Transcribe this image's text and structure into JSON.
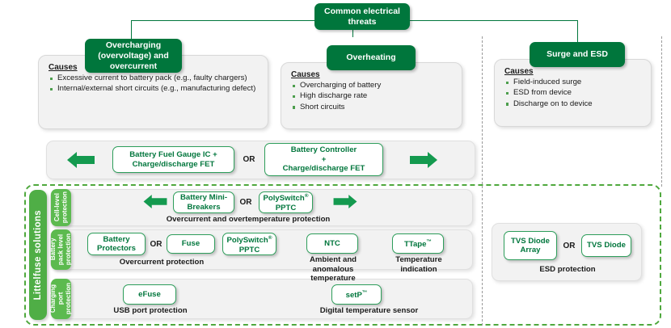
{
  "title": "Common electrical threats — Littelfuse battery protection solutions",
  "colors": {
    "dark_green": "#00763C",
    "mid_green": "#2E9E5B",
    "light_green": "#4FAE46",
    "row_green": "#5CBA4F",
    "dash_green": "#4FA83D",
    "panel_grey": "#F2F2F2",
    "text_dark": "#1a1a1a"
  },
  "root": {
    "label": "Common electrical threats"
  },
  "threats": [
    {
      "id": "overcharging",
      "title": "Overcharging (overvoltage) and overcurrent",
      "causes_label": "Causes",
      "causes": [
        "Excessive current to battery pack (e.g., faulty chargers)",
        "Internal/external short circuits (e.g., manufacturing defect)"
      ]
    },
    {
      "id": "overheating",
      "title": "Overheating",
      "causes_label": "Causes",
      "causes": [
        "Overcharging of battery",
        "High discharge rate",
        "Short circuits"
      ]
    },
    {
      "id": "surge-esd",
      "title": "Surge and ESD",
      "causes_label": "Causes",
      "causes": [
        "Field-induced surge",
        "ESD from device",
        "Discharge on to device"
      ]
    }
  ],
  "controller_band": {
    "left_arrow": "left-arrow-icon",
    "right_arrow": "right-arrow-icon",
    "box_left_line1": "Battery Fuel Gauge IC +",
    "box_left_line2": "Charge/discharge FET",
    "or_label": "OR",
    "box_right_line1": "Battery Controller",
    "box_right_line2": "+",
    "box_right_line3": "Charge/discharge FET"
  },
  "littelfuse": {
    "sidebar_label": "Littelfuse solutions",
    "rows": [
      {
        "id": "cell-level",
        "label": "Cell-level\nprotection",
        "products": [
          "Battery Mini-Breakers",
          "PolySwitch® PPTC"
        ],
        "or_label": "OR",
        "caption": "Overcurrent and overtemperature protection"
      },
      {
        "id": "battery-pack-level",
        "label": "Battery\npack level\nprotection",
        "left_products": [
          "Battery Protectors",
          "Fuse",
          "PolySwitch® PPTC"
        ],
        "or_label": "OR",
        "left_caption": "Overcurrent protection",
        "right_products": [
          "NTC",
          "TTape™"
        ],
        "right_caption_1_line1": "Ambient and",
        "right_caption_1_line2": "anomalous temperature",
        "right_caption_2_line1": "Temperature",
        "right_caption_2_line2": "indication"
      },
      {
        "id": "charging-port",
        "label": "Charging\nport\nprotection",
        "left_products": [
          "eFuse"
        ],
        "left_caption": "USB port protection",
        "right_products": [
          "setP™"
        ],
        "right_caption": "Digital temperature sensor"
      }
    ],
    "esd": {
      "products": [
        "TVS Diode Array",
        "TVS Diode"
      ],
      "or_label": "OR",
      "caption": "ESD protection"
    }
  }
}
